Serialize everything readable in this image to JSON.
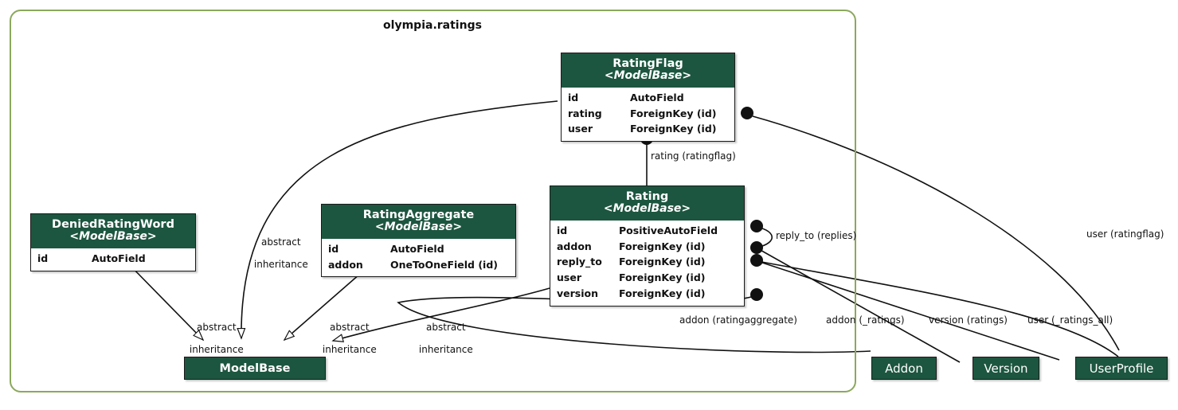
{
  "diagram": {
    "type": "uml-class-diagram",
    "package_title": "olympia.ratings",
    "frame_color": "#8ca85c",
    "class_header_color": "#1d5640",
    "classes": [
      {
        "id": "ratingflag",
        "name": "RatingFlag",
        "stereotype": "<ModelBase>",
        "attributes": [
          {
            "name": "id",
            "type": "AutoField"
          },
          {
            "name": "rating",
            "type": "ForeignKey (id)"
          },
          {
            "name": "user",
            "type": "ForeignKey (id)"
          }
        ]
      },
      {
        "id": "rating",
        "name": "Rating",
        "stereotype": "<ModelBase>",
        "attributes": [
          {
            "name": "id",
            "type": "PositiveAutoField"
          },
          {
            "name": "addon",
            "type": "ForeignKey (id)"
          },
          {
            "name": "reply_to",
            "type": "ForeignKey (id)"
          },
          {
            "name": "user",
            "type": "ForeignKey (id)"
          },
          {
            "name": "version",
            "type": "ForeignKey (id)"
          }
        ]
      },
      {
        "id": "ratingaggregate",
        "name": "RatingAggregate",
        "stereotype": "<ModelBase>",
        "attributes": [
          {
            "name": "id",
            "type": "AutoField"
          },
          {
            "name": "addon",
            "type": "OneToOneField (id)"
          }
        ]
      },
      {
        "id": "deniedratingword",
        "name": "DeniedRatingWord",
        "stereotype": "<ModelBase>",
        "attributes": [
          {
            "name": "id",
            "type": "AutoField"
          }
        ]
      }
    ],
    "plain_classes": [
      {
        "id": "modelbase",
        "name": "ModelBase"
      },
      {
        "id": "addon",
        "name": "Addon"
      },
      {
        "id": "version",
        "name": "Version"
      },
      {
        "id": "userprofile",
        "name": "UserProfile"
      }
    ],
    "edge_labels": [
      {
        "id": "rating-ratingflag",
        "text": "rating (ratingflag)"
      },
      {
        "id": "reply-to-replies",
        "text": "reply_to (replies)"
      },
      {
        "id": "user-ratingflag",
        "text": "user (ratingflag)"
      },
      {
        "id": "addon-ratingaggregate",
        "text": "addon (ratingaggregate)"
      },
      {
        "id": "addon-ratings",
        "text": "addon (_ratings)"
      },
      {
        "id": "version-ratings",
        "text": "version (ratings)"
      },
      {
        "id": "user-ratings-all",
        "text": "user (_ratings_all)"
      }
    ],
    "inheritance_labels": [
      {
        "id": "inh-1",
        "line1": "abstract",
        "line2": "inheritance"
      },
      {
        "id": "inh-2",
        "line1": "abstract",
        "line2": "inheritance"
      },
      {
        "id": "inh-3",
        "line1": "abstract",
        "line2": "inheritance"
      },
      {
        "id": "inh-4",
        "line1": "abstract",
        "line2": "inheritance"
      }
    ]
  }
}
